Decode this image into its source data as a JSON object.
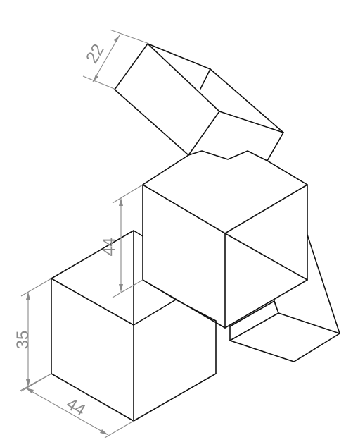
{
  "drawing": {
    "colors": {
      "edges": "#111111",
      "dimensions": "#8a8a8a",
      "background": "#ffffff"
    },
    "dimensions": {
      "top_block_depth": "22",
      "middle_cube_height": "44",
      "front_cube_height": "35",
      "front_cube_width": "44"
    }
  }
}
